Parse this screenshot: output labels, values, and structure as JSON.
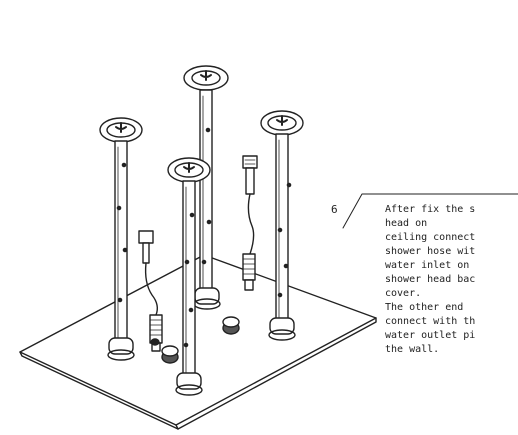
{
  "step": {
    "number": "6",
    "lines": [
      "After fix the s",
      "head on",
      "ceiling connect",
      "shower hose wit",
      "water inlet on",
      "shower head bac",
      "cover.",
      "The other end",
      "connect with th",
      "water outlet pi",
      "the wall."
    ]
  },
  "colors": {
    "ink": "#222222",
    "paper": "#ffffff"
  },
  "figure": {
    "shower_heads": 4,
    "hoses": 2
  }
}
